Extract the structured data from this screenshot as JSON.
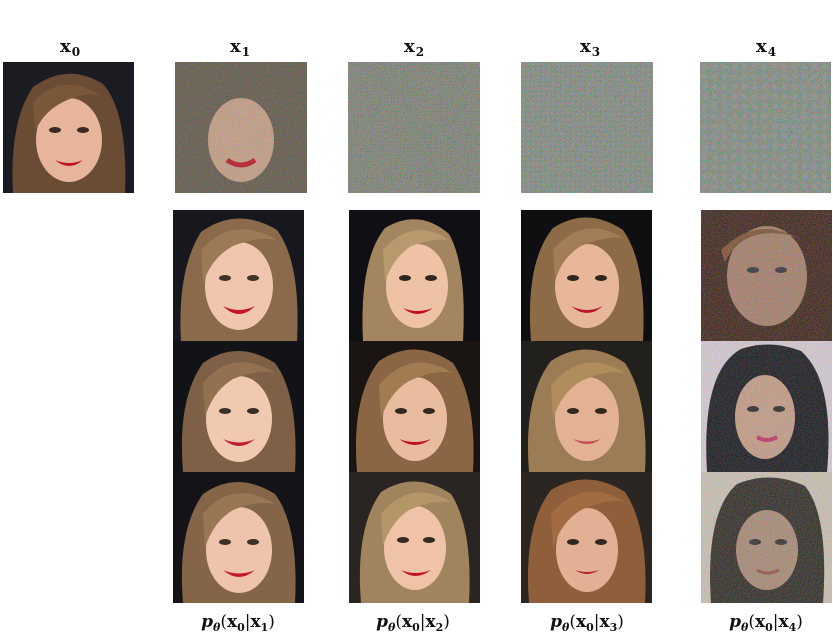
{
  "headers": [
    {
      "var": "x",
      "sub": "0"
    },
    {
      "var": "x",
      "sub": "1"
    },
    {
      "var": "x",
      "sub": "2"
    },
    {
      "var": "x",
      "sub": "3"
    },
    {
      "var": "x",
      "sub": "4"
    }
  ],
  "footers": [
    {
      "p": "p",
      "theta": "θ",
      "open": "(",
      "x0": "x",
      "x0_sub": "0",
      "bar": "|",
      "xt": "x",
      "xt_sub": "1",
      "close": ")"
    },
    {
      "p": "p",
      "theta": "θ",
      "open": "(",
      "x0": "x",
      "x0_sub": "0",
      "bar": "|",
      "xt": "x",
      "xt_sub": "2",
      "close": ")"
    },
    {
      "p": "p",
      "theta": "θ",
      "open": "(",
      "x0": "x",
      "x0_sub": "0",
      "bar": "|",
      "xt": "x",
      "xt_sub": "3",
      "close": ")"
    },
    {
      "p": "p",
      "theta": "θ",
      "open": "(",
      "x0": "x",
      "x0_sub": "0",
      "bar": "|",
      "xt": "x",
      "xt_sub": "4",
      "close": ")"
    }
  ]
}
